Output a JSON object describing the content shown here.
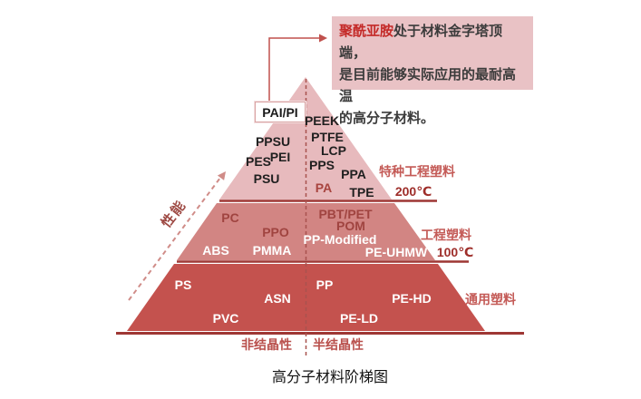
{
  "annotation": {
    "highlight": "聚酰亚胺",
    "line1_rest": "处于材料金字塔顶端，",
    "line2": "是目前能够实际应用的最耐高温",
    "line3": "的高分子材料。"
  },
  "apex_box_label": "PAI/PI",
  "performance_axis_label": "性能",
  "tiers": {
    "special": {
      "label": "特种工程塑料",
      "temp": "200℃"
    },
    "engineering": {
      "label": "工程塑料",
      "temp": "100℃"
    },
    "general": {
      "label": "通用塑料"
    }
  },
  "materials": {
    "peek": "PEEK",
    "ptfe": "PTFE",
    "lcp": "LCP",
    "pps": "PPS",
    "ppa": "PPA",
    "pa": "PA",
    "tpe": "TPE",
    "ppsu": "PPSU",
    "pes": "PES",
    "pei": "PEI",
    "psu": "PSU",
    "pc": "PC",
    "ppo": "PPO",
    "pbt_pet": "PBT/PET",
    "pom": "POM",
    "pp_modified": "PP-Modified",
    "abs": "ABS",
    "pmma": "PMMA",
    "pe_uhmw": "PE-UHMW",
    "ps": "PS",
    "asn": "ASN",
    "pvc": "PVC",
    "pp": "PP",
    "pe_hd": "PE-HD",
    "pe_ld": "PE-LD"
  },
  "crystallinity": {
    "left": "非结晶性",
    "right": "半结晶性"
  },
  "caption": "高分子材料阶梯图",
  "colors": {
    "tier_special": "#e7babd",
    "tier_engineering": "#d28583",
    "tier_general": "#c4524e",
    "divider_line": "#9e3734",
    "accent_red": "#c0504d"
  }
}
